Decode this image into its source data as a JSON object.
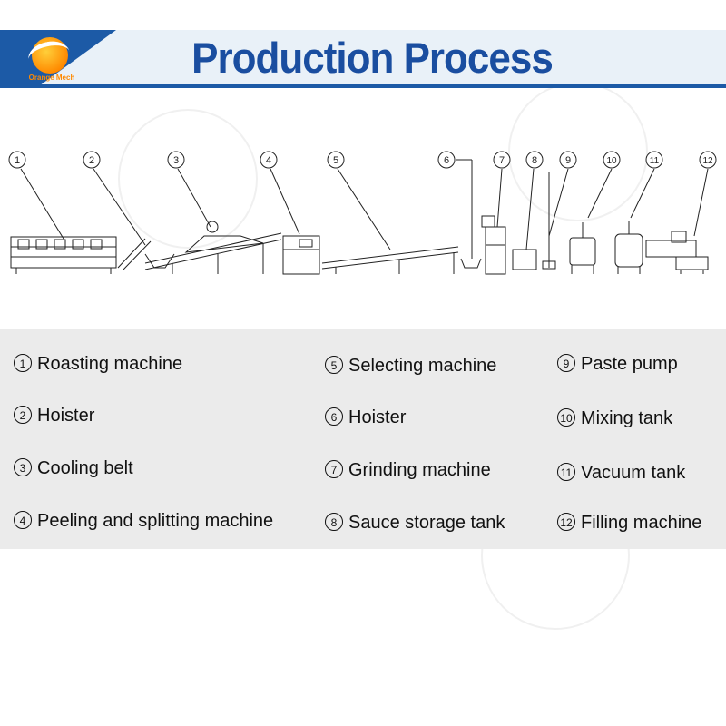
{
  "header": {
    "title": "Production Process",
    "logo_text": "Orange Mech"
  },
  "colors": {
    "brand_blue": "#1c5aa6",
    "title_blue": "#1a4ea0",
    "header_bg": "#e9f1f8",
    "legend_bg": "#ebebeb",
    "logo_orange": "#ff8a00"
  },
  "diagram": {
    "callouts": [
      "1",
      "2",
      "3",
      "4",
      "5",
      "6",
      "7",
      "8",
      "9",
      "10",
      "11",
      "12"
    ]
  },
  "legend": {
    "items": [
      {
        "num": "1",
        "label": "Roasting machine"
      },
      {
        "num": "2",
        "label": "Hoister"
      },
      {
        "num": "3",
        "label": "Cooling belt"
      },
      {
        "num": "4",
        "label": "Peeling and splitting machine"
      },
      {
        "num": "5",
        "label": "Selecting machine"
      },
      {
        "num": "6",
        "label": "Hoister"
      },
      {
        "num": "7",
        "label": "Grinding machine"
      },
      {
        "num": "8",
        "label": "Sauce storage tank"
      },
      {
        "num": "9",
        "label": "Paste pump"
      },
      {
        "num": "10",
        "label": "Mixing tank"
      },
      {
        "num": "11",
        "label": "Vacuum tank"
      },
      {
        "num": "12",
        "label": "Filling machine"
      }
    ]
  }
}
